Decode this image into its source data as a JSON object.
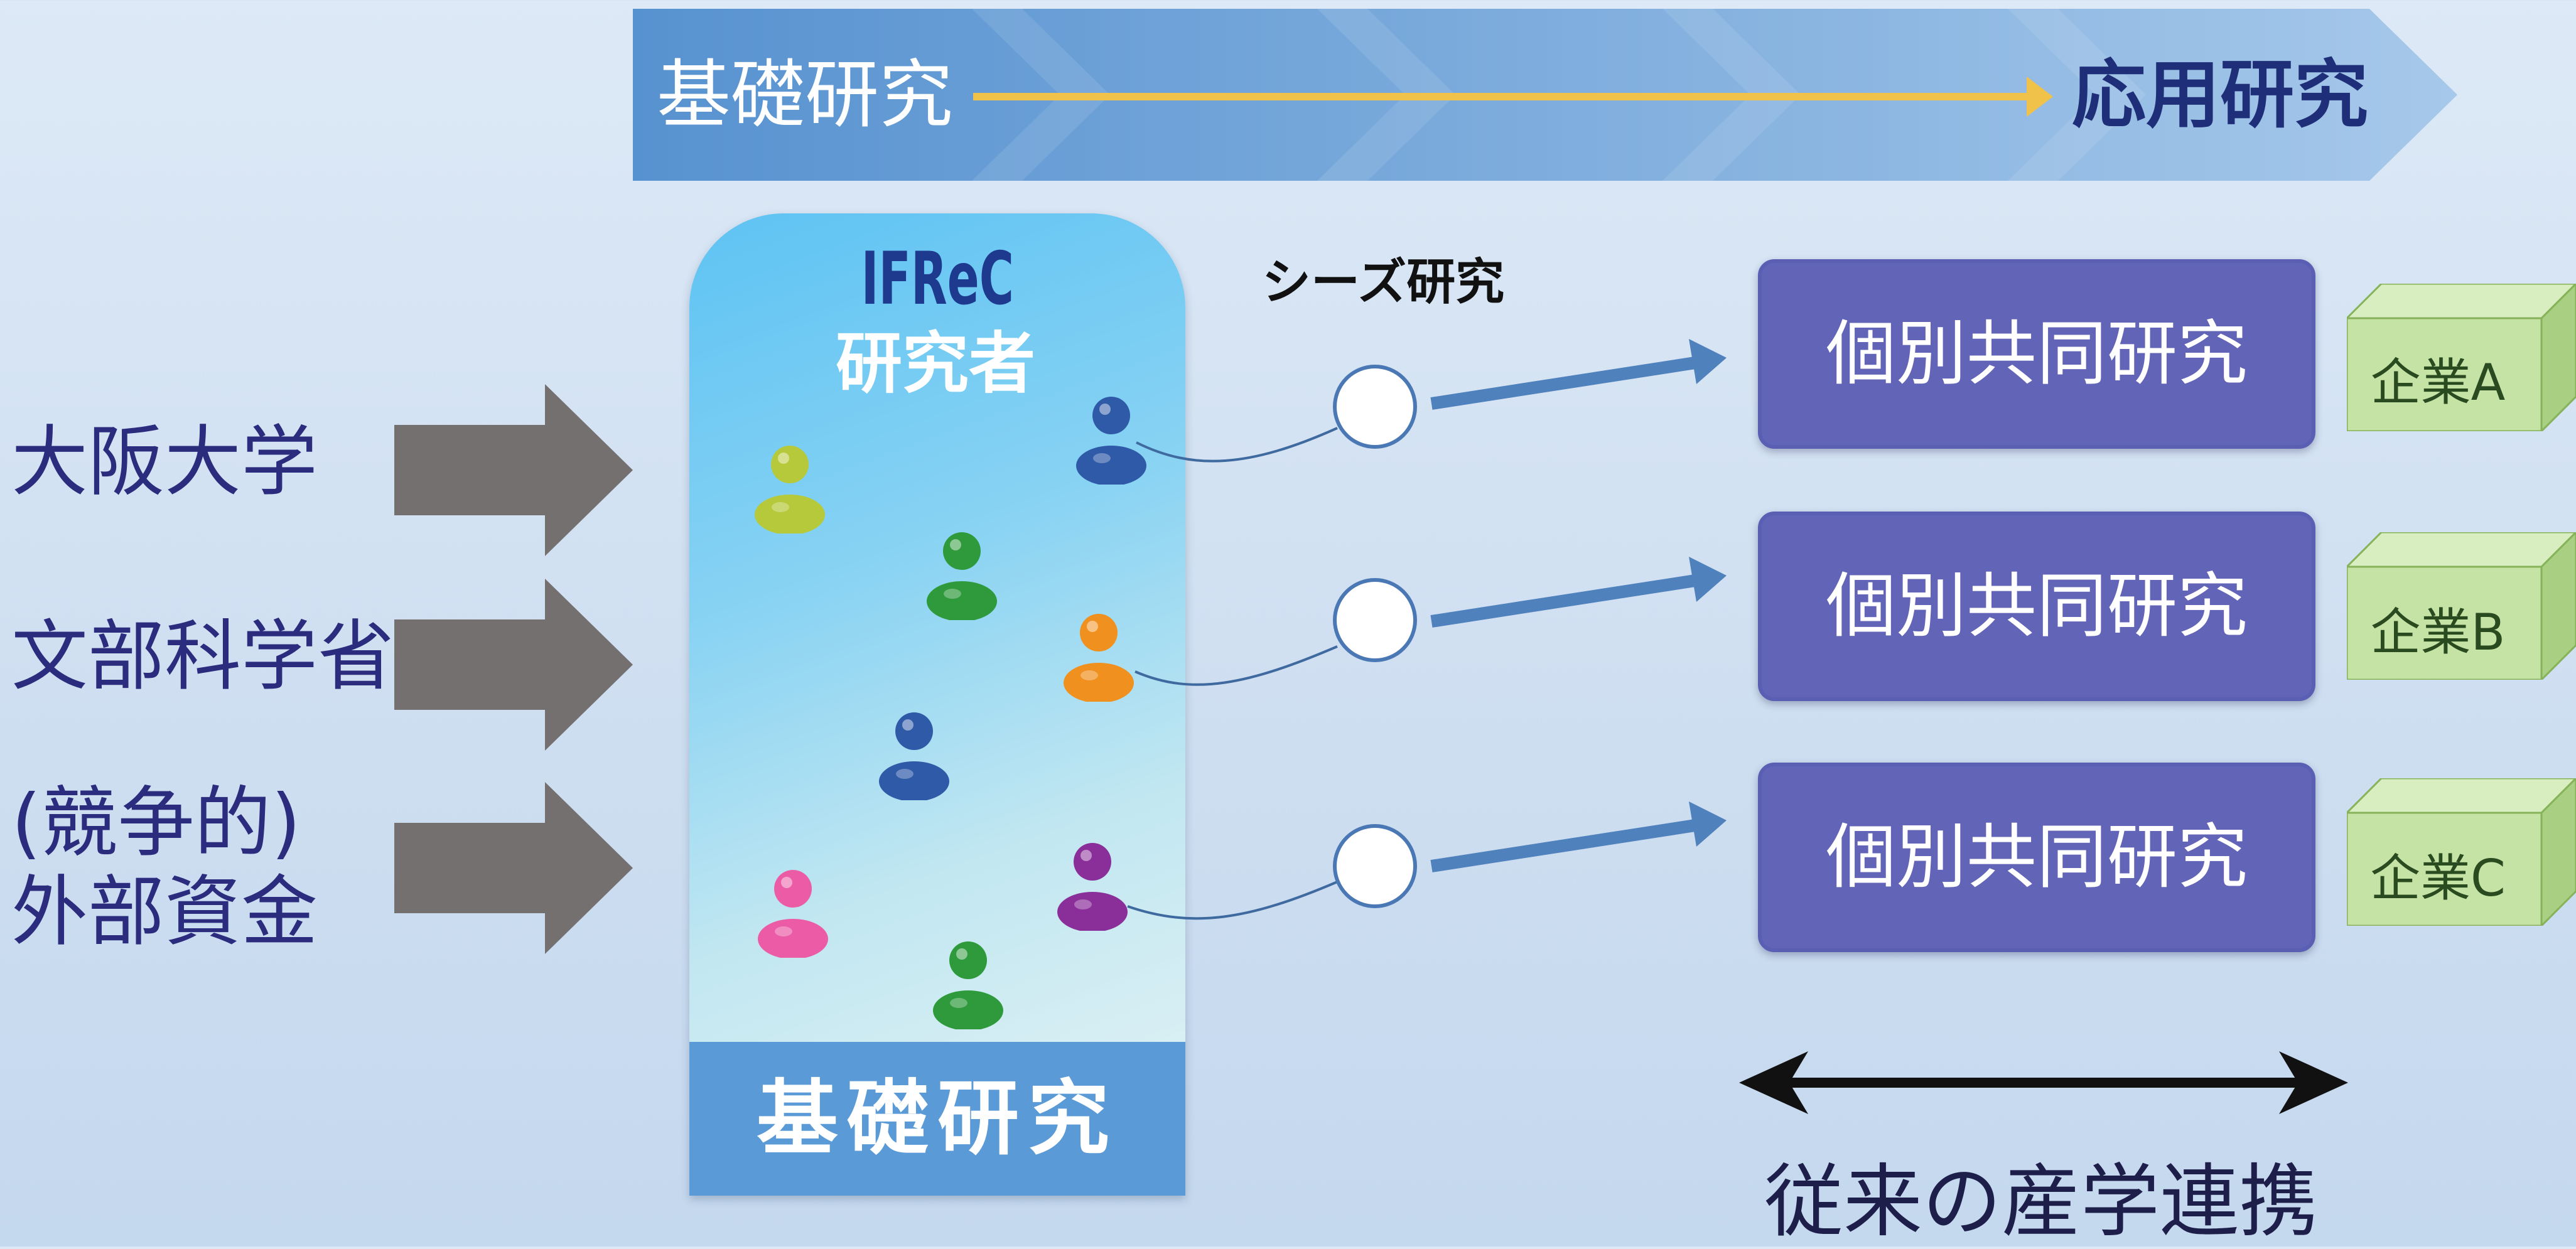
{
  "banner": {
    "left_label": "基礎研究",
    "right_label": "応用研究"
  },
  "funding_sources": [
    {
      "line1": "大阪大学",
      "line2": ""
    },
    {
      "line1": "文部科学省",
      "line2": ""
    },
    {
      "line1": "(競争的)",
      "line2": "外部資金"
    }
  ],
  "researchers": {
    "org": "IFReC",
    "title": "研究者",
    "footer": "基礎研究",
    "people": [
      {
        "name": "yellow-green-person",
        "color": "#b5c93a"
      },
      {
        "name": "blue-person",
        "color": "#2f5aa8"
      },
      {
        "name": "green-person",
        "color": "#2e9a3c"
      },
      {
        "name": "orange-person",
        "color": "#f0901f"
      },
      {
        "name": "blue-person",
        "color": "#2f5aa8"
      },
      {
        "name": "pink-person",
        "color": "#ec5ca6"
      },
      {
        "name": "purple-person",
        "color": "#8a2f9a"
      },
      {
        "name": "green-person",
        "color": "#2e9a3c"
      }
    ]
  },
  "seeds": {
    "label": "シーズ研究"
  },
  "joint_research": [
    {
      "label": "個別共同研究",
      "company": "企業A"
    },
    {
      "label": "個別共同研究",
      "company": "企業B"
    },
    {
      "label": "個別共同研究",
      "company": "企業C"
    }
  ],
  "bottom": {
    "label": "従来の産学連携"
  },
  "colors": {
    "banner_start": "#5792d0",
    "banner_end": "#a6c8ea",
    "progress_arrow": "#f0c24a",
    "source_arrow": "#747070",
    "joint_box": "#6264b8",
    "company_box": "#c6e3a6",
    "connector": "#4f81bd"
  }
}
